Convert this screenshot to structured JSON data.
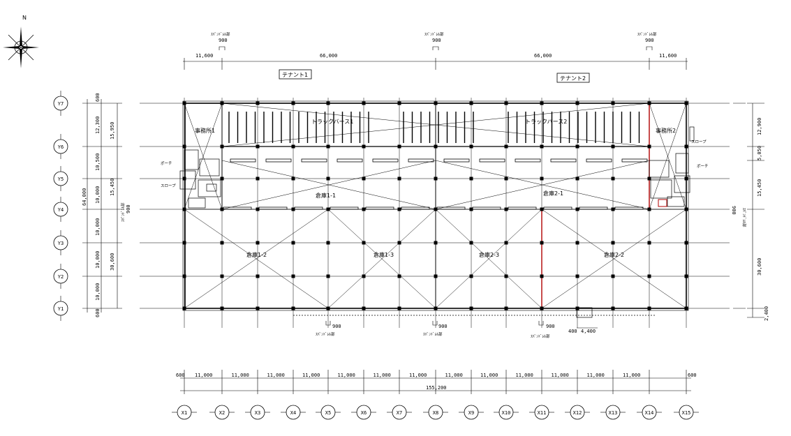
{
  "compass": {
    "north": "N"
  },
  "columns": [
    "X1",
    "X2",
    "X3",
    "X4",
    "X5",
    "X6",
    "X7",
    "X8",
    "X9",
    "X10",
    "X11",
    "X12",
    "X13",
    "X14",
    "X15"
  ],
  "rows": [
    "Y7",
    "Y6",
    "Y5",
    "Y4",
    "Y3",
    "Y2",
    "Y1"
  ],
  "top_dims": {
    "segments": [
      "11,600",
      "66,000",
      "66,000",
      "11,600"
    ],
    "spandrel_label": "ｽﾊﾟﾝﾄﾞﾚﾙ部",
    "spandrel_value": "900"
  },
  "bottom_dims": {
    "segments": [
      "11,000",
      "11,000",
      "11,000",
      "11,000",
      "11,000",
      "11,000",
      "11,000",
      "11,000",
      "11,000",
      "11,000",
      "11,000",
      "11,000",
      "11,000"
    ],
    "edge_left": "600",
    "edge_right": "600",
    "total": "155,200",
    "spandrel_value": "900",
    "spandrel_label": "ｽﾊﾟﾝﾄﾞﾚﾙ部",
    "extra_a": "400",
    "extra_b": "4,400"
  },
  "left_dims": {
    "total": "64,000",
    "top_edge": "600",
    "bottom_edge": "600",
    "segments": [
      "12,300",
      "10,500",
      "10,000",
      "10,000",
      "10,000",
      "10,000"
    ],
    "sub_a": "15,950",
    "sub_b": "15,450",
    "sub_c": "30,600",
    "spandrel_label": "ｽﾊﾟﾝﾄﾞﾚﾙ部",
    "spandrel_value": "900"
  },
  "right_dims": {
    "a": "12,900",
    "b": "5,050",
    "c": "15,450",
    "d": "30,600",
    "e": "2,400",
    "spandrel_label": "ｽﾊﾟﾝﾄﾞﾚﾙ部",
    "spandrel_value": "900"
  },
  "tenants": {
    "t1": "テナント1",
    "t2": "テナント2"
  },
  "rooms": {
    "truck1": "トラックバース1",
    "truck2": "トラックバース2",
    "office1": "事務所1",
    "office2": "事務所2",
    "wh11": "倉庫1-1",
    "wh12": "倉庫1-2",
    "wh13": "倉庫1-3",
    "wh21": "倉庫2-1",
    "wh22": "倉庫2-2",
    "wh23": "倉庫2-3",
    "porch": "ポーチ",
    "slope": "スロープ"
  }
}
